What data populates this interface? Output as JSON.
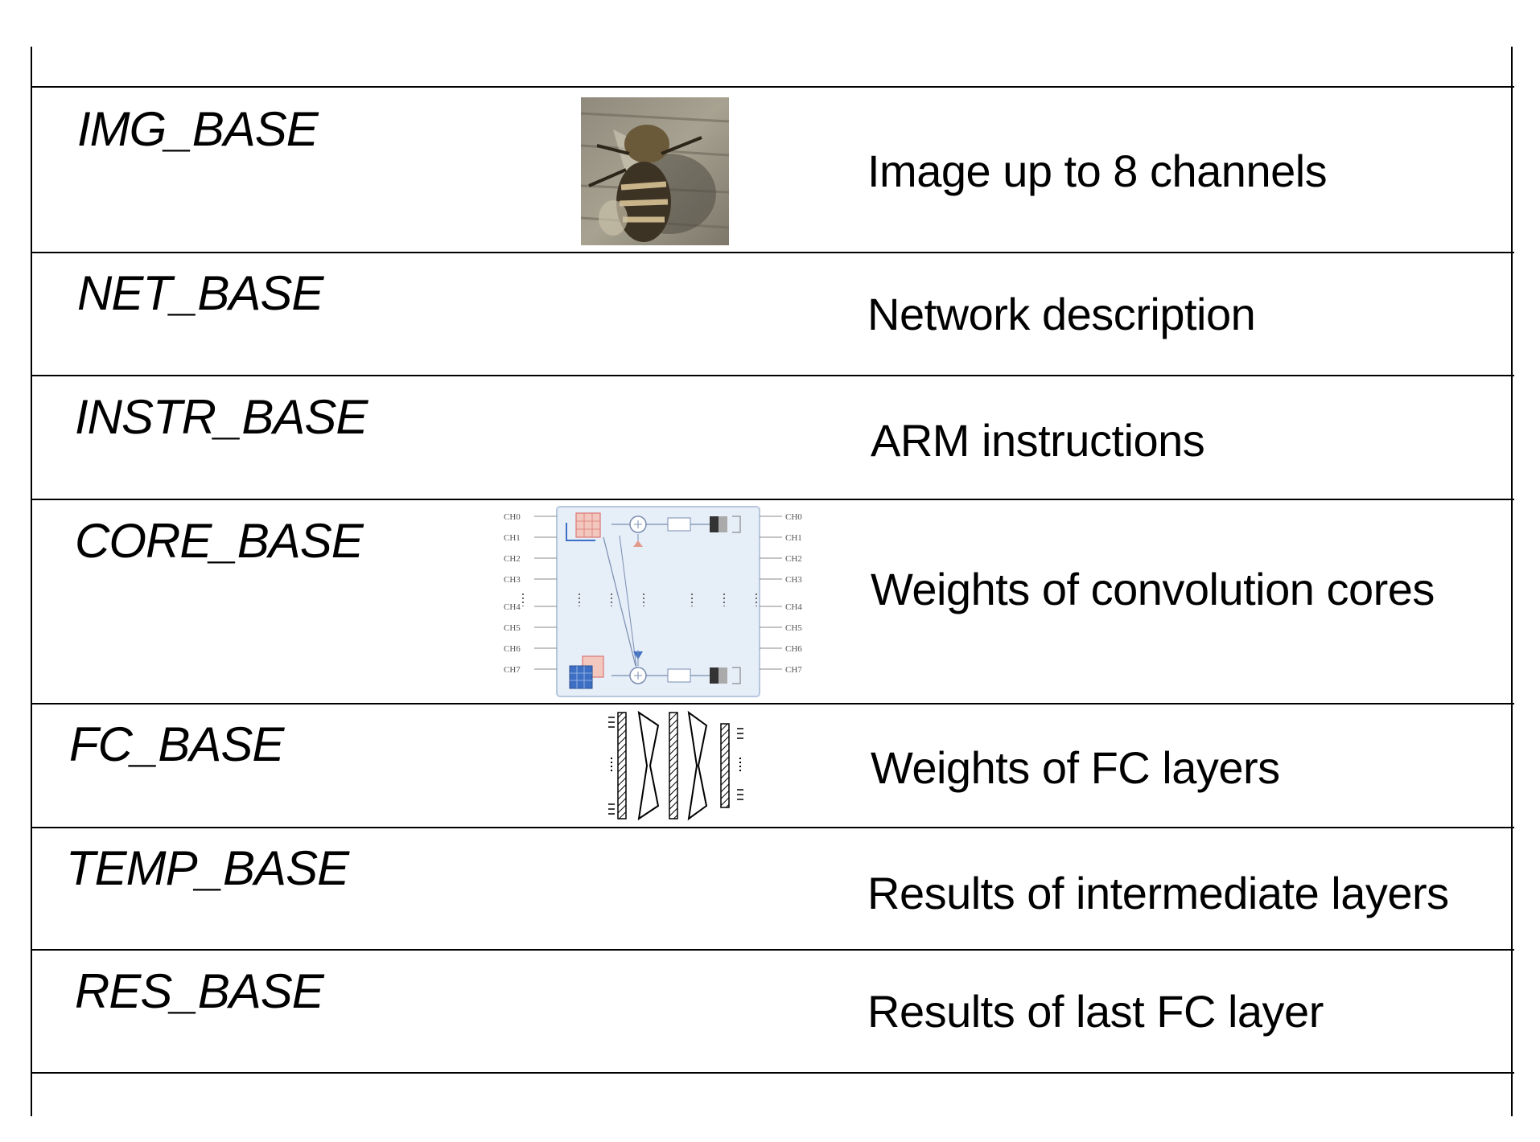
{
  "memory_map": {
    "regions": [
      {
        "label": "IMG_BASE",
        "description": "Image up to 8 channels",
        "icon": "bee-photo-icon"
      },
      {
        "label": "NET_BASE",
        "description": "Network description",
        "icon": ""
      },
      {
        "label": "INSTR_BASE",
        "description": "ARM instructions",
        "icon": ""
      },
      {
        "label": "CORE_BASE",
        "description": "Weights of convolution cores",
        "icon": "convolution-core-diagram-icon"
      },
      {
        "label": "FC_BASE",
        "description": "Weights of FC layers",
        "icon": "fc-layers-diagram-icon"
      },
      {
        "label": "TEMP_BASE",
        "description": "Results of intermediate layers",
        "icon": ""
      },
      {
        "label": "RES_BASE",
        "description": "Results of last FC layer",
        "icon": ""
      }
    ]
  },
  "core_diagram": {
    "inputs": [
      "CH0",
      "CH1",
      "CH2",
      "CH3",
      "CH4",
      "CH5",
      "CH6",
      "CH7"
    ],
    "outputs": [
      "CH0",
      "CH1",
      "CH2",
      "CH3",
      "CH4",
      "CH5",
      "CH6",
      "CH7"
    ]
  },
  "colors": {
    "line": "#000000",
    "diagram_bg": "#e6eef8",
    "diagram_blue": "#3d6fc4",
    "diagram_red": "#e29a8c"
  }
}
